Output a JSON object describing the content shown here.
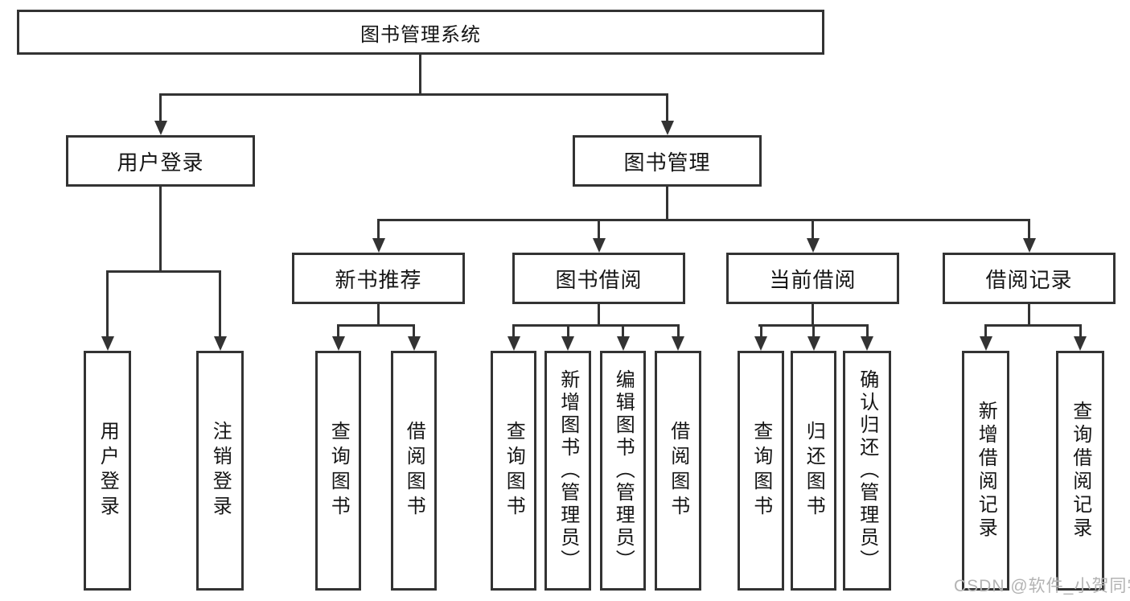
{
  "diagram_type": "tree",
  "tree": {
    "label": "图书管理系统",
    "children": [
      {
        "label": "用户登录",
        "children": [
          {
            "label": "用户登录"
          },
          {
            "label": "注销登录"
          }
        ]
      },
      {
        "label": "图书管理",
        "children": [
          {
            "label": "新书推荐",
            "children": [
              {
                "label": "查询图书"
              },
              {
                "label": "借阅图书"
              }
            ]
          },
          {
            "label": "图书借阅",
            "children": [
              {
                "label": "查询图书"
              },
              {
                "label": "新增图书（管理员）"
              },
              {
                "label": "编辑图书（管理员）"
              },
              {
                "label": "借阅图书"
              }
            ]
          },
          {
            "label": "当前借阅",
            "children": [
              {
                "label": "查询图书"
              },
              {
                "label": "归还图书"
              },
              {
                "label": "确认归还（管理员）"
              }
            ]
          },
          {
            "label": "借阅记录",
            "children": [
              {
                "label": "新增借阅记录"
              },
              {
                "label": "查询借阅记录"
              }
            ]
          }
        ]
      }
    ]
  },
  "watermark": {
    "text": "CSDN @软件_小贺同学"
  },
  "colors": {
    "line": "#333333",
    "box_border": "#333333",
    "text": "#151515",
    "watermark": "#b3b3b3",
    "background": "#ffffff"
  }
}
